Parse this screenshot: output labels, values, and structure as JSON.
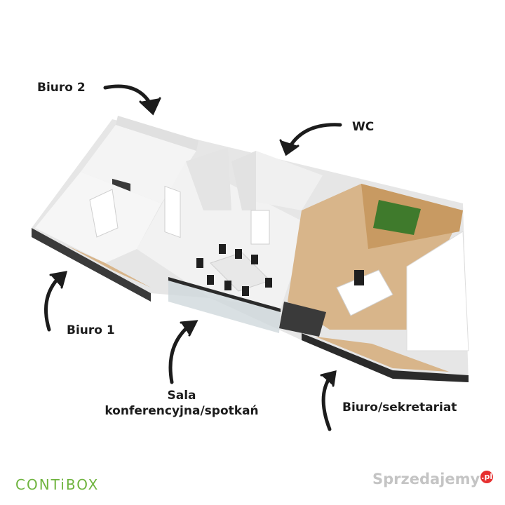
{
  "labels": {
    "biuro2": "Biuro 2",
    "wc": "WC",
    "biuro1": "Biuro 1",
    "sala_line1": "Sala",
    "sala_line2": "konferencyjna/spotkań",
    "sekretariat": "Biuro/sekretariat"
  },
  "logo": "CONTiBOX",
  "watermark": {
    "name": "Sprzedajemy",
    "tld": ".pl"
  },
  "colors": {
    "wall": "#f1f1f1",
    "floor_wood": "#d8b58a",
    "floor_light": "#eeeeee",
    "dark_frame": "#2b2b2b",
    "glass": "#cfd8dc",
    "greenery": "#3f7a2c",
    "logo_green": "#6fb43f",
    "arrow": "#1c1c1c"
  }
}
